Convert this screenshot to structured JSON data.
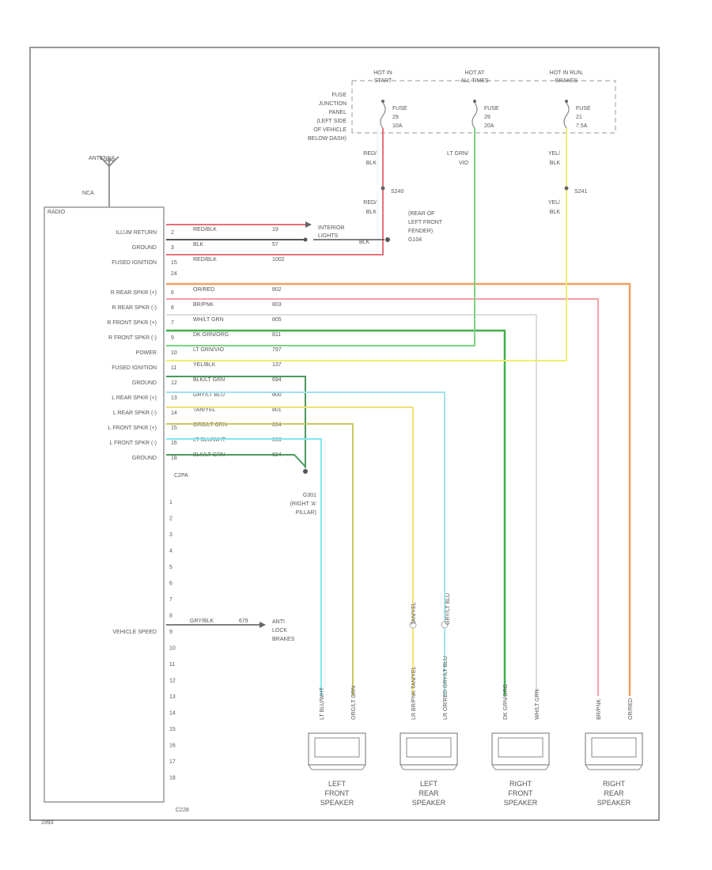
{
  "antenna": {
    "label": "ANTENNA",
    "connector": "NCA"
  },
  "radio": {
    "label": "RADIO",
    "connector_a": "C2PA",
    "connector_b": "C228",
    "pins": [
      {
        "label": "ILLUM RETURN",
        "pin": "2",
        "wire": "RED/BLK",
        "circuit": "19"
      },
      {
        "label": "GROUND",
        "pin": "3",
        "wire": "BLK",
        "circuit": "57"
      },
      {
        "label": "FUSED IGNITION",
        "pin": "15",
        "wire": "RED/BLK",
        "circuit": "1002",
        "splice": "S240"
      },
      {
        "label": "R REAR SPKR (+)",
        "pin": "6",
        "wire": "OR/RED",
        "circuit": "802"
      },
      {
        "label": "R REAR SPKR (-)",
        "pin": "8",
        "wire": "BR/PNK",
        "circuit": "803"
      },
      {
        "label": "R FRONT SPKR (+)",
        "pin": "7",
        "wire": "WH/LT GRN",
        "circuit": "805"
      },
      {
        "label": "R FRONT SPKR (-)",
        "pin": "9",
        "wire": "DK GRN/ORG",
        "circuit": "811"
      },
      {
        "label": "POWER",
        "pin": "10",
        "wire": "LT GRN/VIO",
        "circuit": "797"
      },
      {
        "label": "FUSED IGNITION",
        "pin": "11",
        "wire": "YEL/BLK",
        "circuit": "137"
      },
      {
        "label": "GROUND",
        "pin": "12",
        "wire": "BLK/LT GRN",
        "circuit": "694"
      },
      {
        "label": "L REAR SPKR (+)",
        "pin": "13",
        "wire": "GRY/LT BLU",
        "circuit": "800"
      },
      {
        "label": "L REAR SPKR (-)",
        "pin": "14",
        "wire": "TAN/YEL",
        "circuit": "801"
      },
      {
        "label": "L FRONT SPKR (+)",
        "pin": "15",
        "wire": "ORG/LT GRN",
        "circuit": "804"
      },
      {
        "label": "L FRONT SPKR (-)",
        "pin": "16",
        "wire": "LT BLU/WHT",
        "circuit": "813"
      },
      {
        "label": "GROUND",
        "pin": "18",
        "wire": "BLK/LT GRN",
        "circuit": "694"
      }
    ],
    "lower_pins": [
      "1",
      "2",
      "3",
      "4",
      "5",
      "6",
      "7",
      "8",
      "9",
      "10",
      "11",
      "12",
      "13",
      "14",
      "15",
      "16",
      "17",
      "18"
    ],
    "vehicle_speed": {
      "label": "VEHICLE SPEED",
      "wire": "GRY/BLK",
      "circuit": "679"
    },
    "pin24": "24"
  },
  "fuse_panel": {
    "label": [
      "FUSE",
      "JUNCTION",
      "PANEL",
      "(LEFT SIDE",
      "OF VEHICLE",
      "BELOW DASH)"
    ],
    "columns": [
      {
        "hot": [
          "HOT IN",
          "START"
        ],
        "fuse": [
          "FUSE",
          "29",
          "10A"
        ],
        "wire_top": [
          "RED/",
          "BLK"
        ],
        "splice": "S240",
        "wire_bottom": [
          "RED/",
          "BLK"
        ]
      },
      {
        "hot": [
          "HOT AT",
          "ALL TIMES"
        ],
        "fuse": [
          "FUSE",
          "29",
          "20A"
        ],
        "wire_top": [
          "LT GRN/",
          "VIO"
        ]
      },
      {
        "hot": [
          "HOT IN RUN,",
          "BRAKES"
        ],
        "fuse": [
          "FUSE",
          "21",
          "7.5A"
        ],
        "wire_top": [
          "YEL/",
          "BLK"
        ],
        "splice": "S241",
        "wire_bottom": [
          "YEL/",
          "BLK"
        ]
      }
    ]
  },
  "ground_a": {
    "label": [
      "(REAR OF",
      "LEFT FRONT",
      "FENDER)",
      "G104"
    ],
    "wire": "BLK"
  },
  "illumination": {
    "label": [
      "INTERIOR",
      "LIGHTS"
    ]
  },
  "ground_b": {
    "label": [
      "G301",
      "(RIGHT 'A'",
      "PILLAR)"
    ]
  },
  "anti_lock": {
    "label": [
      "ANTI",
      "LOCK",
      "BRAKES"
    ]
  },
  "speakers": [
    {
      "label": [
        "LEFT",
        "FRONT",
        "SPEAKER"
      ],
      "wires": [
        "LT BLU/WHT",
        "ORG/LT GRN"
      ]
    },
    {
      "label": [
        "LEFT",
        "REAR",
        "SPEAKER"
      ],
      "wires": [
        "LR BR/PNK TAN/YEL",
        "LR OR/RED GRY/LT BLU"
      ]
    },
    {
      "label": [
        "RIGHT",
        "FRONT",
        "SPEAKER"
      ],
      "wires": [
        "DK GRN/ORG",
        "WH/LT GRN"
      ]
    },
    {
      "label": [
        "RIGHT",
        "REAR",
        "SPEAKER"
      ],
      "wires": [
        "BR/PNK",
        "OR/RED"
      ]
    }
  ],
  "mid_labels": {
    "tan_yel": "TAN/YEL",
    "gry_lt_blu": "GRY/LT BLU"
  },
  "footer": "1993",
  "colors": {
    "red_blk": "#e8707a",
    "blk": "#555555",
    "or_red": "#f0a060",
    "br_pnk": "#f4a0a8",
    "wh_lt_grn": "#dddddd",
    "dk_grn_org": "#3fb04a",
    "lt_grn_vio": "#7ed37e",
    "yel_blk": "#eeee70",
    "blk_lt_grn": "#4a9a5a",
    "gry_lt_blu": "#a0e4ee",
    "tan_yel": "#f0e070",
    "org_lt_grn": "#c8c860",
    "lt_blu_wht": "#80e8f0"
  }
}
